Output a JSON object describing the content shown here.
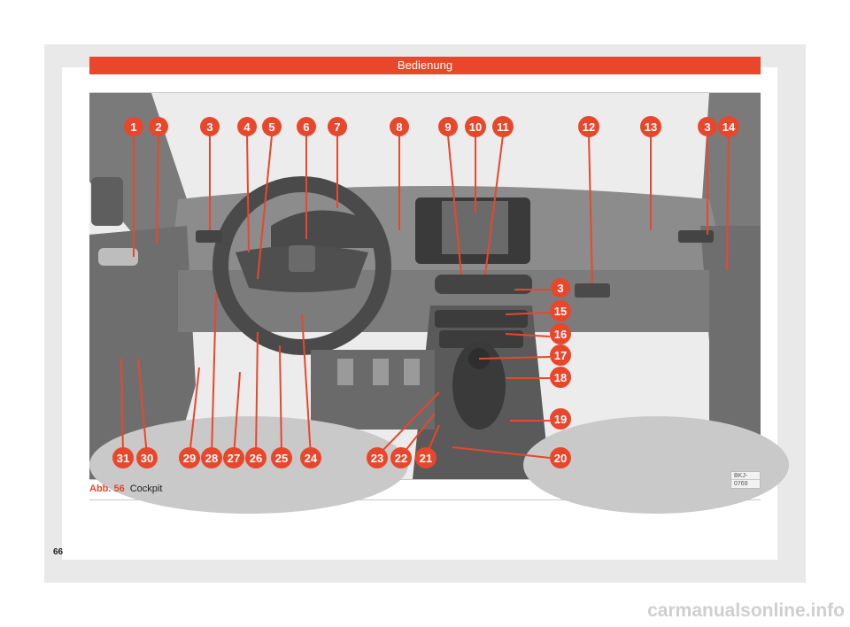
{
  "header": {
    "title": "Bedienung"
  },
  "figure": {
    "code": "BKJ-0769",
    "callouts": [
      "1",
      "2",
      "3",
      "4",
      "5",
      "6",
      "7",
      "8",
      "9",
      "10",
      "11",
      "12",
      "13",
      "3",
      "14",
      "3",
      "15",
      "16",
      "17",
      "18",
      "19",
      "20",
      "21",
      "22",
      "23",
      "24",
      "25",
      "26",
      "27",
      "28",
      "29",
      "30",
      "31"
    ],
    "colors": {
      "accent": "#e8472b",
      "dashboard": "#8a8a8a",
      "dark": "#5a5a5a"
    }
  },
  "caption": {
    "label": "Abb. 56",
    "text": "Cockpit"
  },
  "footer": {
    "page_number": "66",
    "watermark": "carmanualsonline.info"
  }
}
